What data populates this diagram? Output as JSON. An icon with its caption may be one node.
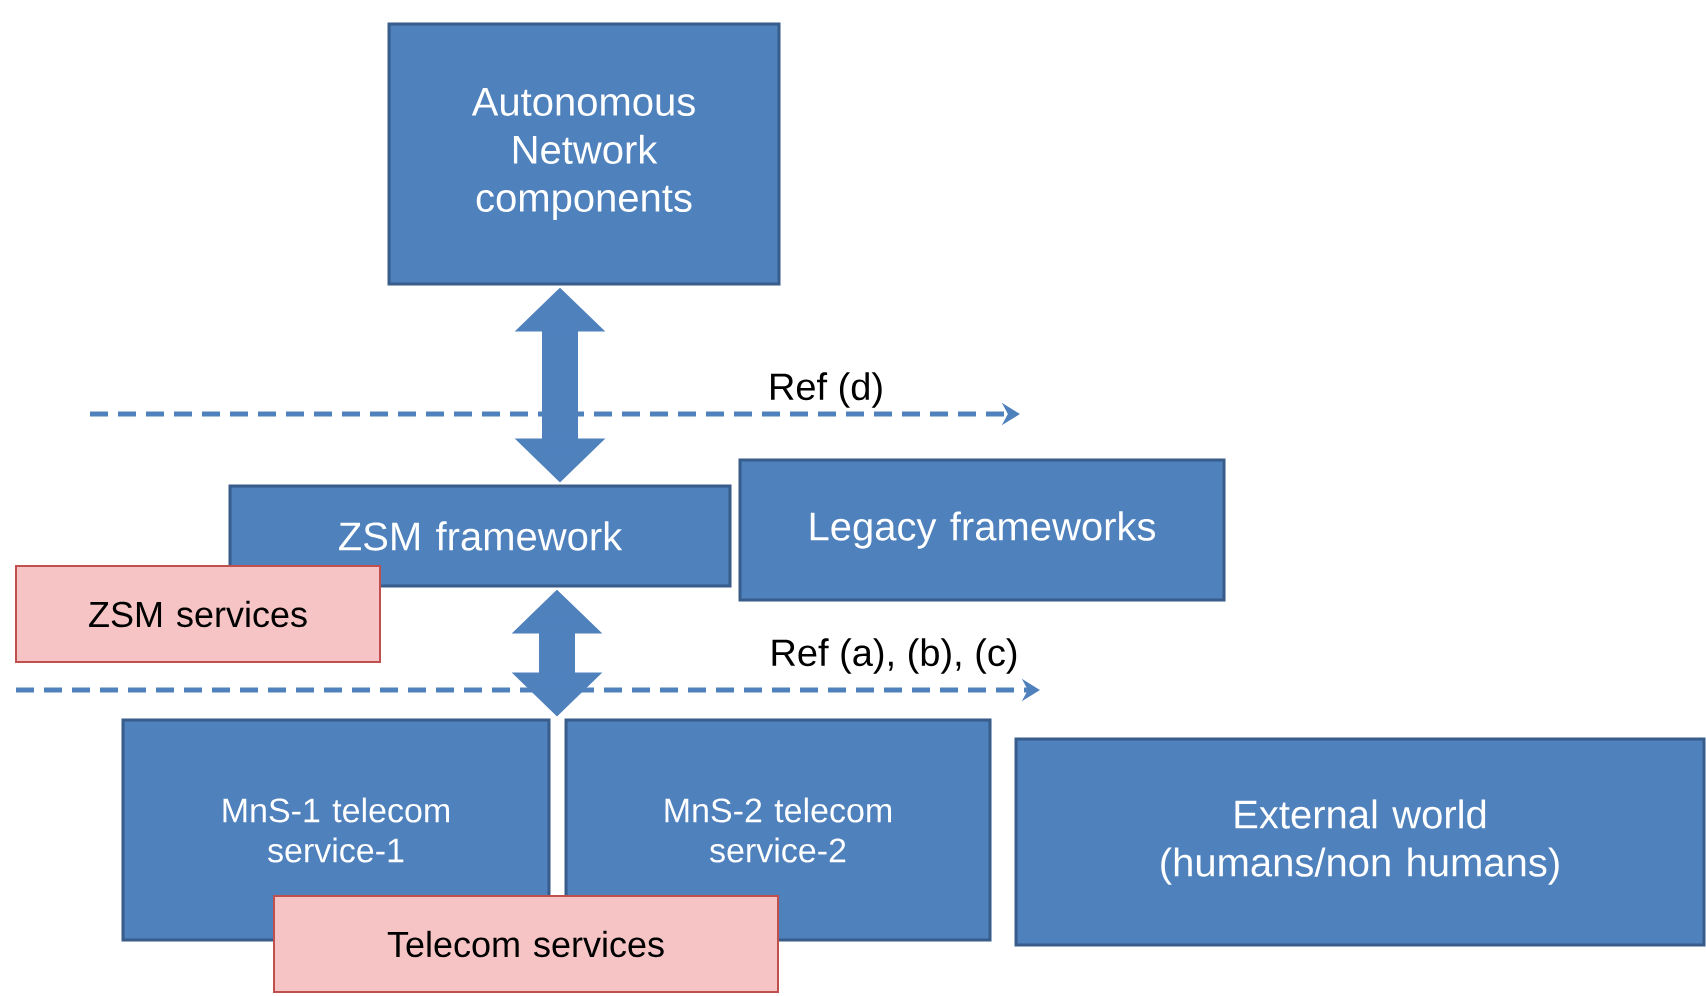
{
  "diagram": {
    "nodes": [
      {
        "text": [
          "Autonomous Network components"
        ]
      },
      {
        "text": [
          "ZSM framework"
        ]
      },
      {
        "text": [
          "Legacy frameworks"
        ]
      },
      {
        "text": [
          "ZSM services"
        ]
      },
      {
        "text": [
          "MnS-1 telecom service-1"
        ]
      },
      {
        "text": [
          "MnS-2 telecom service-2"
        ]
      },
      {
        "text": [
          "Telecom services"
        ]
      },
      {
        "text": [
          "External world (humans/non humans)"
        ]
      }
    ],
    "edges": [
      {
        "from": 0,
        "to": 1,
        "arrow": "both"
      },
      {
        "from": 1,
        "to": 4,
        "arrow": "both"
      },
      {
        "from": 1,
        "to": 5,
        "arrow": "both"
      }
    ],
    "labels": [
      "Ref (d)",
      "Ref (a), (b), (c)"
    ]
  }
}
